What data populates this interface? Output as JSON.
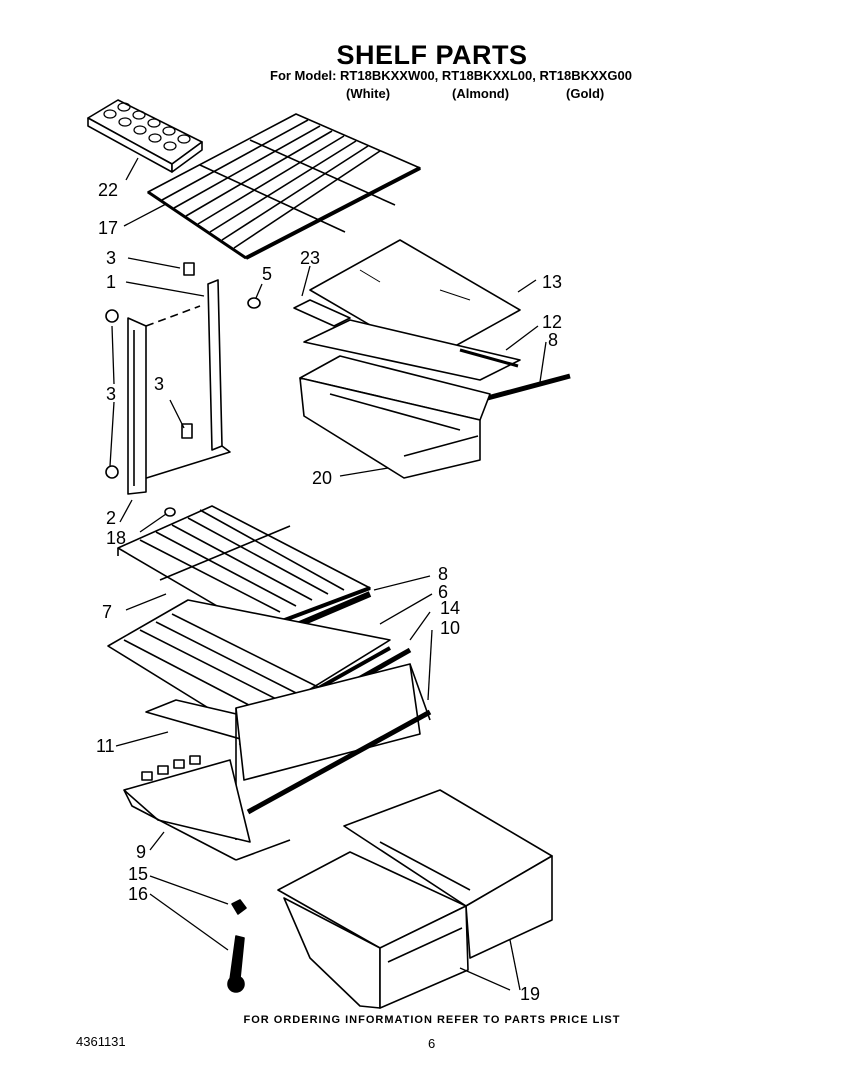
{
  "header": {
    "title": "SHELF PARTS",
    "model_line": "For Model: RT18BKXXW00, RT18BKXXL00, RT18BKXXG00",
    "variants": [
      "(White)",
      "(Almond)",
      "(Gold)"
    ]
  },
  "callouts": [
    "22",
    "17",
    "3",
    "1",
    "5",
    "23",
    "13",
    "12",
    "8",
    "3",
    "3",
    "20",
    "2",
    "18",
    "8",
    "6",
    "14",
    "10",
    "7",
    "11",
    "9",
    "15",
    "16",
    "19"
  ],
  "footer": {
    "ordering_note": "FOR ORDERING INFORMATION REFER TO PARTS PRICE LIST",
    "document_number": "4361131",
    "page_number": "6"
  }
}
